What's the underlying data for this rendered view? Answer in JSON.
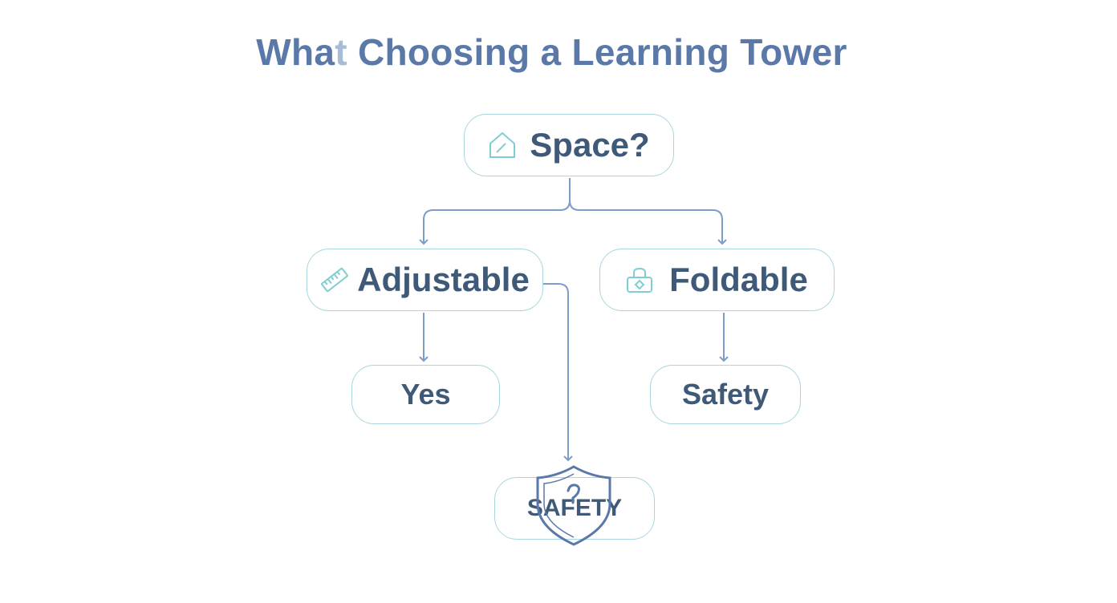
{
  "title": {
    "main": "Wha",
    "faded": "t",
    "rest": " Choosing a Learning Tower"
  },
  "nodes": {
    "space": {
      "label": "Space?",
      "icon": "house-icon"
    },
    "adjustable": {
      "label": "Adjustable",
      "icon": "ruler-icon"
    },
    "foldable": {
      "label": "Foldable",
      "icon": "folding-tower-icon"
    },
    "yes": {
      "label": "Yes"
    },
    "safety_right": {
      "label": "Safety"
    },
    "safety_bottom": {
      "label": "SAFETY",
      "icon": "shield-icon"
    }
  },
  "colors": {
    "title": "#5a78a8",
    "node_border": "#a9d6e0",
    "node_text": "#3f5a78",
    "connector": "#7d9cc8",
    "icon_teal": "#7fcfd2",
    "shield": "#5a78a8"
  }
}
